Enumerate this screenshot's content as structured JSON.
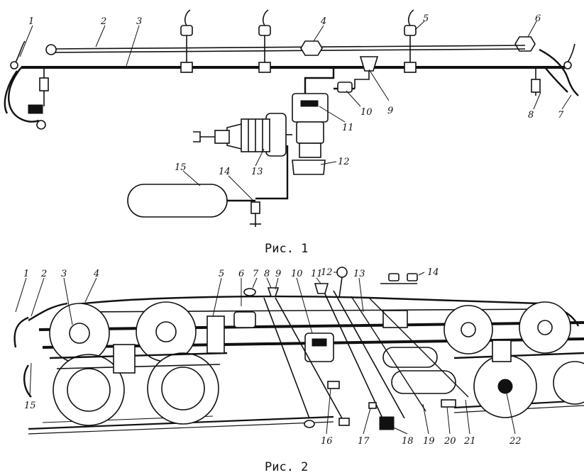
{
  "figure1": {
    "caption": "Рис. 1",
    "callouts": [
      "1",
      "2",
      "3",
      "4",
      "5",
      "6",
      "7",
      "8",
      "9",
      "10",
      "11",
      "12",
      "13",
      "14",
      "15"
    ]
  },
  "figure2": {
    "caption": "Рис. 2",
    "callouts": [
      "1",
      "2",
      "3",
      "4",
      "5",
      "6",
      "7",
      "8",
      "9",
      "10",
      "11",
      "12",
      "13",
      "14",
      "15",
      "16",
      "17",
      "18",
      "19",
      "20",
      "21",
      "22"
    ]
  }
}
